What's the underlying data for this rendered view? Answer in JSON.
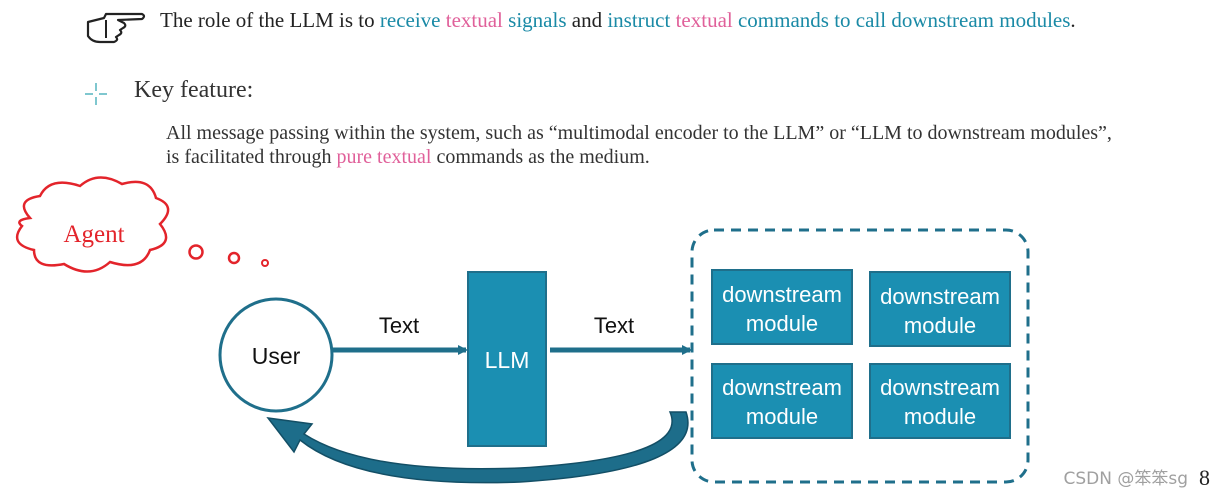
{
  "intro": {
    "p1": "The role of the LLM is to ",
    "p2": "receive",
    "p3": " ",
    "p4": "textual",
    "p5": " ",
    "p6": "signals",
    "p7": " and ",
    "p8": "instruct",
    "p9": " ",
    "p10": "textual",
    "p11": " ",
    "p12": "commands to call downstream modules",
    "p13": "."
  },
  "key_feature": {
    "heading": "Key feature:",
    "t1": "All message passing within the system, such as “multimodal encoder to the LLM” or “LLM to downstream modules”, is facilitated through ",
    "t2": "pure textual",
    "t3": " commands as the medium."
  },
  "diagram": {
    "agent": "Agent",
    "user": "User",
    "llm": "LLM",
    "text_left": "Text",
    "text_right": "Text",
    "modules": [
      {
        "line1": "downstream",
        "line2": "module"
      },
      {
        "line1": "downstream",
        "line2": "module"
      },
      {
        "line1": "downstream",
        "line2": "module"
      },
      {
        "line1": "downstream",
        "line2": "module"
      }
    ]
  },
  "footer": {
    "watermark": "CSDN @笨笨sg",
    "page": "8"
  },
  "colors": {
    "teal": "#1a8aa6",
    "pink": "#e0609a",
    "box_fill": "#1b8fb2",
    "dark_teal": "#1f6f8b",
    "agent_red": "#e3242b"
  }
}
